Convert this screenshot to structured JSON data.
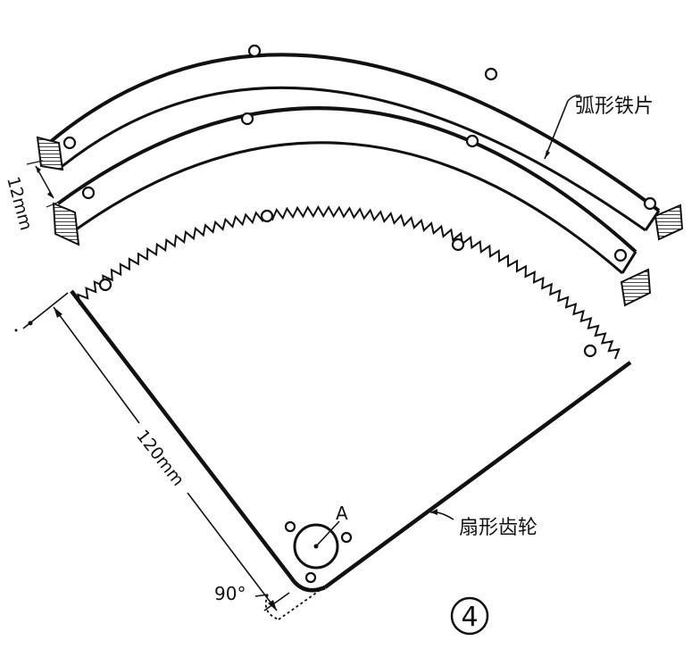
{
  "labels": {
    "arc_strip": "弧形铁片",
    "sector_gear": "扇形齿轮",
    "length_120": "120mm",
    "width_12": "12mm",
    "angle_90": "90°",
    "point_a": "A",
    "figure_number": "4"
  },
  "colors": {
    "ink": "#111111",
    "paper": "#ffffff"
  }
}
